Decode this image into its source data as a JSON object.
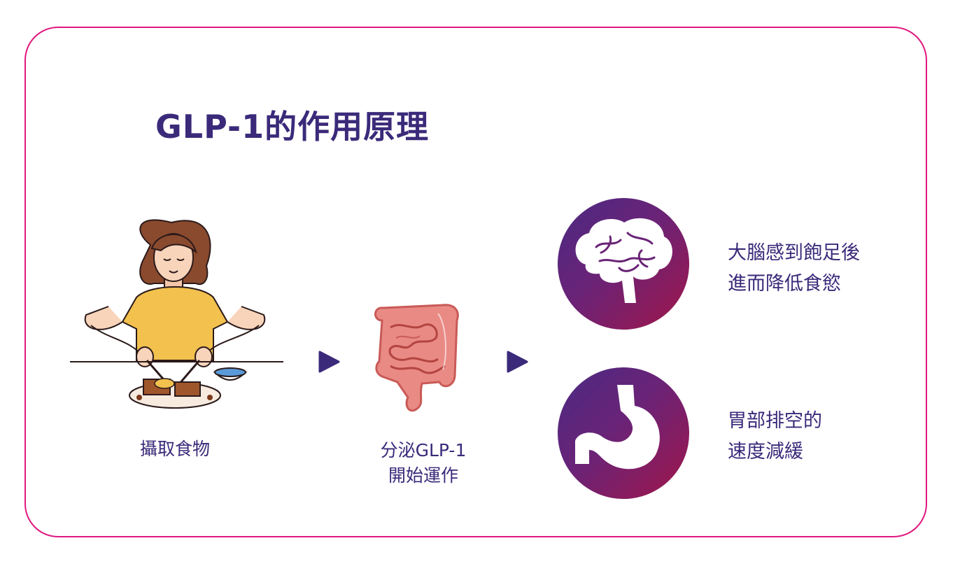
{
  "title": "GLP-1的作用原理",
  "steps": [
    {
      "label": "攝取食物",
      "icon": "woman-eating-icon"
    },
    {
      "label_line1": "分泌GLP-1",
      "label_line2": "開始運作",
      "icon": "intestine-icon"
    }
  ],
  "effects": [
    {
      "line1": "大腦感到飽足後",
      "line2": "進而降低食慾",
      "icon": "brain-icon"
    },
    {
      "line1": "胃部排空的",
      "line2": "速度減緩",
      "icon": "stomach-icon"
    }
  ],
  "colors": {
    "frame": "#e0187e",
    "text": "#3b2a7a",
    "arrow": "#3b2a7a",
    "circle_gradient": [
      "#4a2a83",
      "#a0164a"
    ]
  }
}
